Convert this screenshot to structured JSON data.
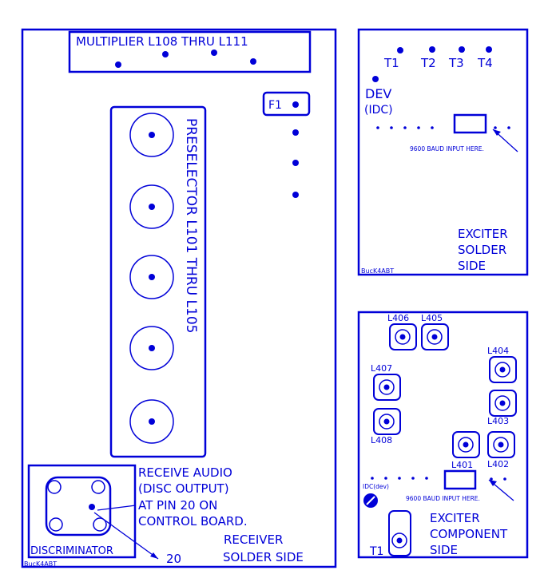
{
  "colors": {
    "ink": "#0000d8",
    "background": "#ffffff"
  },
  "receiver": {
    "multiplier_label": "MULTIPLIER L108 THRU L111",
    "f1_label": "F1",
    "preselector_label": "PRESELECTOR L101 THRU L105",
    "receive_audio_lines": [
      "RECEIVE AUDIO",
      "(DISC OUTPUT)",
      "AT PIN 20 ON",
      "CONTROL BOARD."
    ],
    "pin_label": "20",
    "discriminator_label": "DISCRIMINATOR",
    "title_line1": "RECEIVER",
    "title_line2": "SOLDER SIDE",
    "credit": "BucK4ABT"
  },
  "exciter_solder": {
    "t1": "T1",
    "t2": "T2",
    "t3": "T3",
    "t4": "T4",
    "dev": "DEV",
    "idc": "(IDC)",
    "baud_note": "9600 BAUD INPUT HERE.",
    "title_line1": "EXCITER",
    "title_line2": "SOLDER",
    "title_line3": "SIDE",
    "credit": "BucK4ABT"
  },
  "exciter_component": {
    "l406": "L406",
    "l405": "L405",
    "l404": "L404",
    "l407": "L407",
    "l403": "L403",
    "l408": "L408",
    "l401": "L401",
    "l402": "L402",
    "idc_dev": "IDC(dev)",
    "baud_note": "9600 BAUD INPUT HERE.",
    "title_line1": "EXCITER",
    "title_line2": "COMPONENT",
    "title_line3": "SIDE",
    "t1": "T1"
  }
}
